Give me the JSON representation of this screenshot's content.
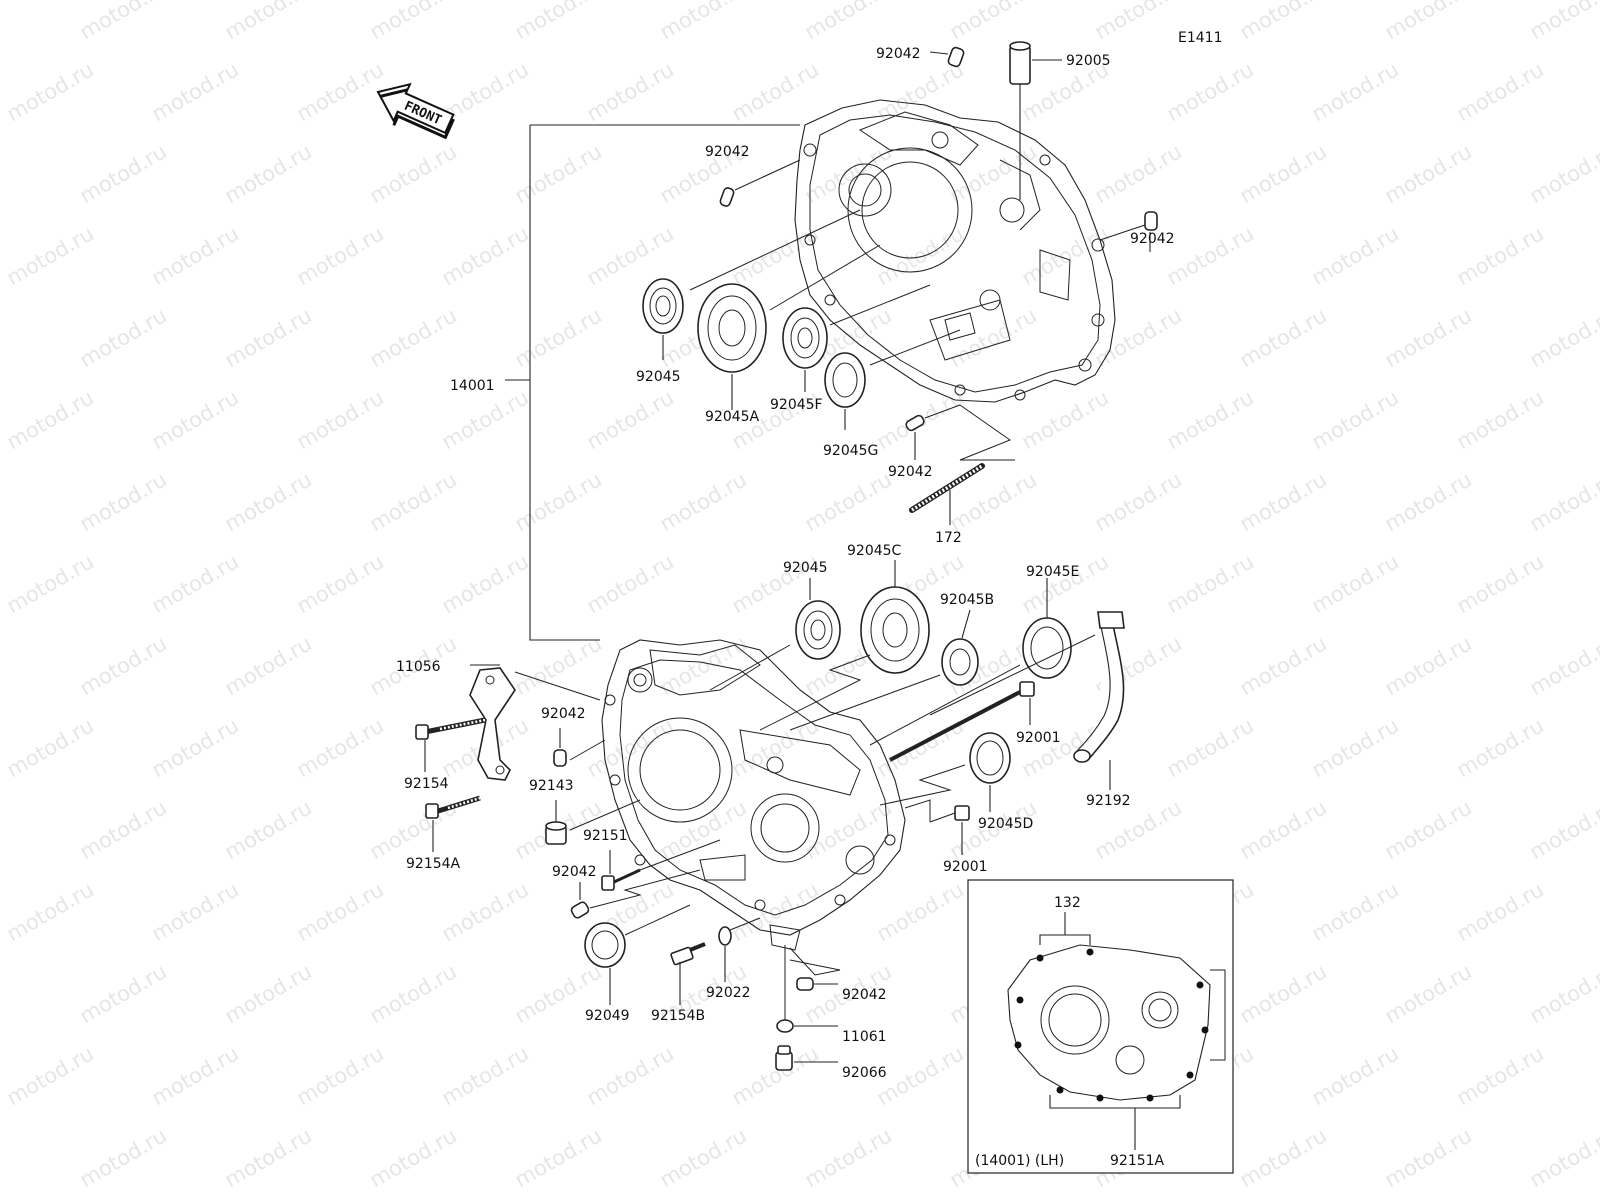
{
  "code": "E1411",
  "front_arrow": "FRONT",
  "watermark": "motod.ru",
  "labels": {
    "p92042_a": "92042",
    "p92005": "92005",
    "p92042_b": "92042",
    "p92042_c": "92042",
    "p14001": "14001",
    "p92045_top": "92045",
    "p92045A": "92045A",
    "p92045F": "92045F",
    "p92045G": "92045G",
    "p92042_d": "92042",
    "p172": "172",
    "p92045_mid": "92045",
    "p92045C": "92045C",
    "p92045E": "92045E",
    "p92045B": "92045B",
    "p11056": "11056",
    "p92042_e": "92042",
    "p92001_a": "92001",
    "p92154": "92154",
    "p92143": "92143",
    "p92192": "92192",
    "p92045D": "92045D",
    "p92154A": "92154A",
    "p92151": "92151",
    "p92001_b": "92001",
    "p92042_f": "92042",
    "p92049": "92049",
    "p92154B": "92154B",
    "p92022": "92022",
    "p92042_g": "92042",
    "p11061": "11061",
    "p92066": "92066",
    "p132": "132",
    "p92151A": "92151A",
    "inset_caption": "(14001) (LH)"
  }
}
